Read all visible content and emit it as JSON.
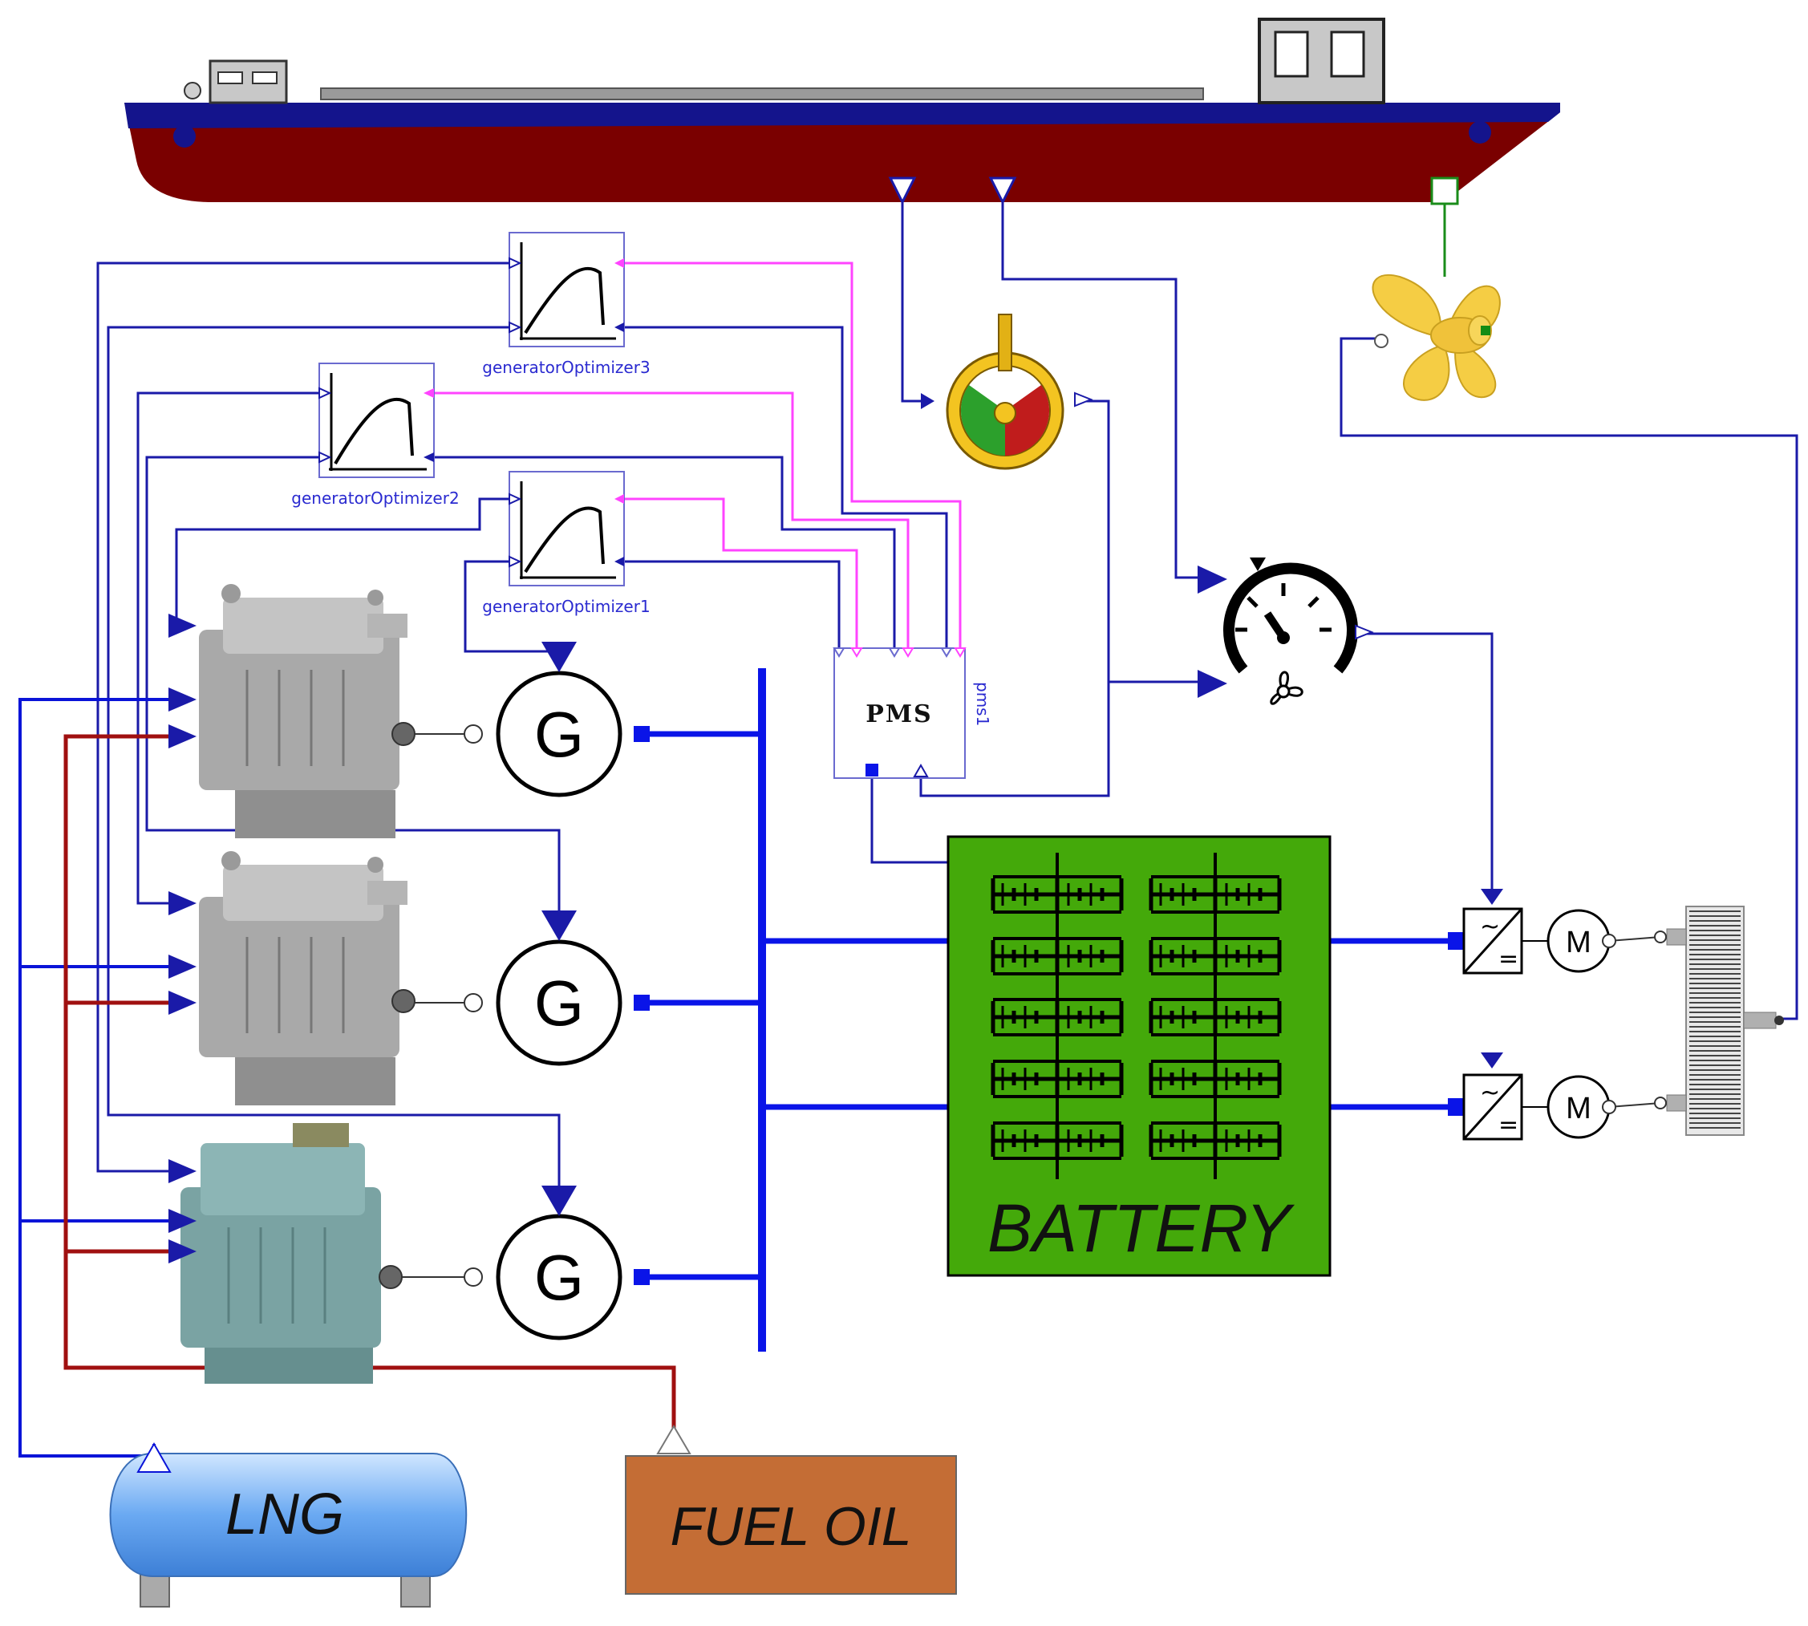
{
  "colors": {
    "signal": "#1a1aa8",
    "fuel_gas": "#0a14d8",
    "fuel_oil": "#a01010",
    "optimizer_link": "#ff44ff",
    "electric_bus": "#0a14e8",
    "battery_fill": "#44a90a",
    "hull_top": "#14148c",
    "hull_bottom": "#7a0000",
    "fuel_oil_tank": "#c46d35",
    "propeller": "#f5cd44"
  },
  "optimizers": [
    {
      "id": "opt3",
      "label": "generatorOptimizer3"
    },
    {
      "id": "opt2",
      "label": "generatorOptimizer2"
    },
    {
      "id": "opt1",
      "label": "generatorOptimizer1"
    }
  ],
  "pms": {
    "title": "PMS",
    "instance": "pms1"
  },
  "generators": [
    {
      "id": "gen1",
      "symbol": "G"
    },
    {
      "id": "gen2",
      "symbol": "G"
    },
    {
      "id": "gen3",
      "symbol": "G"
    }
  ],
  "motors": [
    {
      "id": "motor1",
      "symbol": "M"
    },
    {
      "id": "motor2",
      "symbol": "M"
    }
  ],
  "converters": [
    {
      "id": "conv1",
      "ac": "~",
      "dc": "="
    },
    {
      "id": "conv2",
      "ac": "~",
      "dc": "="
    }
  ],
  "battery": {
    "label": "BATTERY"
  },
  "tanks": {
    "lng": {
      "label": "LNG"
    },
    "fuel_oil": {
      "label": "FUEL OIL"
    }
  },
  "icons": {
    "telegraph": "engine-order-telegraph-icon",
    "speedometer": "speed-gauge-icon",
    "propeller": "propeller-icon",
    "gearbox": "gearbox-icon",
    "engine": "diesel-engine-icon",
    "ship": "ship-hull-icon"
  }
}
